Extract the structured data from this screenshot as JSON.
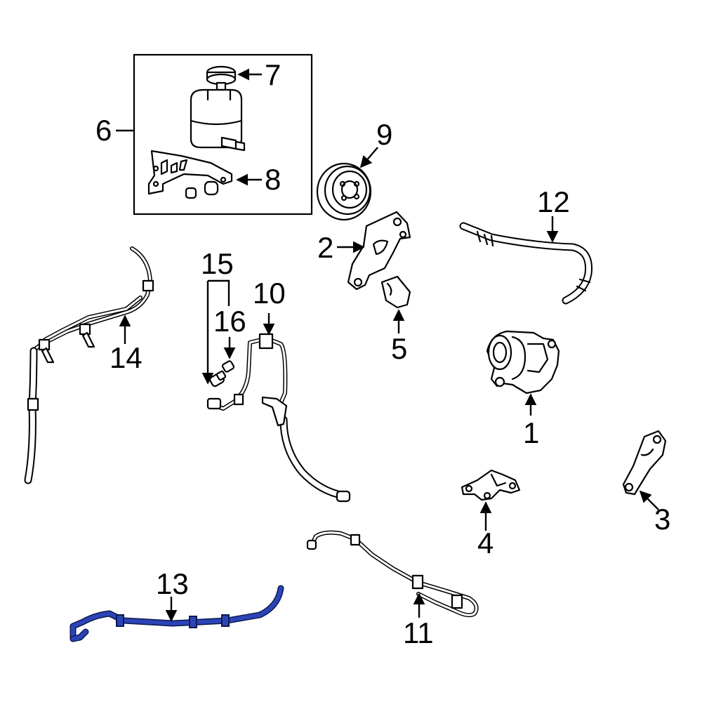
{
  "callouts": {
    "c1": "1",
    "c2": "2",
    "c3": "3",
    "c4": "4",
    "c5": "5",
    "c6": "6",
    "c7": "7",
    "c8": "8",
    "c9": "9",
    "c10": "10",
    "c11": "11",
    "c12": "12",
    "c13": "13",
    "c14": "14",
    "c15": "15",
    "c16": "16"
  },
  "colors": {
    "highlight": "#2c44b8",
    "line": "#000000",
    "background": "#ffffff"
  }
}
